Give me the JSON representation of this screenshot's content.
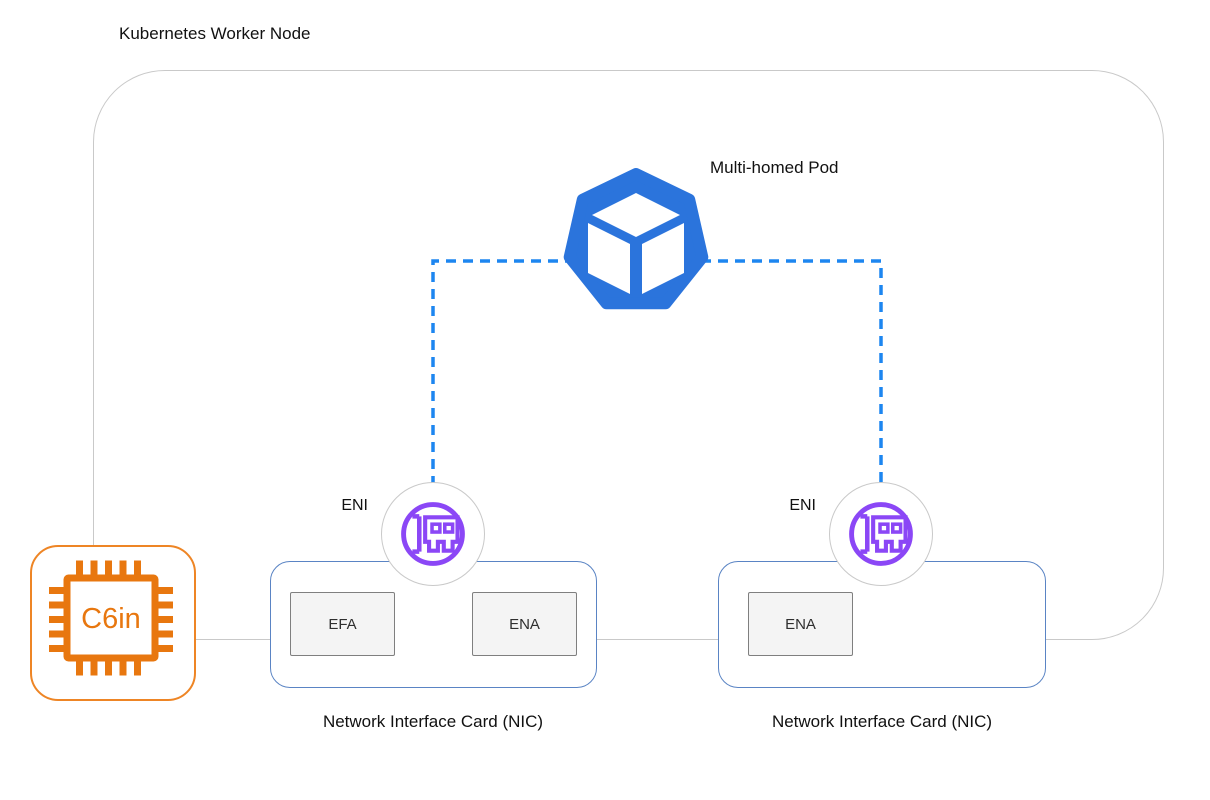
{
  "diagram": {
    "title": "Kubernetes Worker Node",
    "pod": {
      "label": "Multi-homed Pod"
    },
    "eni_left": {
      "label": "ENI"
    },
    "eni_right": {
      "label": "ENI"
    },
    "nic_left": {
      "caption": "Network Interface Card (NIC)",
      "adapters": [
        "EFA",
        "ENA"
      ]
    },
    "nic_right": {
      "caption": "Network Interface Card (NIC)",
      "adapters": [
        "ENA"
      ]
    },
    "instance": {
      "label": "C6in"
    },
    "colors": {
      "pod_blue": "#2b74dc",
      "connector_blue": "#1d86f0",
      "eni_purple": "#8b47f6",
      "nic_border_blue": "#5a84c4",
      "instance_orange": "#e8770f",
      "node_border_gray": "#c9c9c9",
      "adapter_fill": "#f4f4f4",
      "adapter_border": "#7f7f7f"
    }
  }
}
